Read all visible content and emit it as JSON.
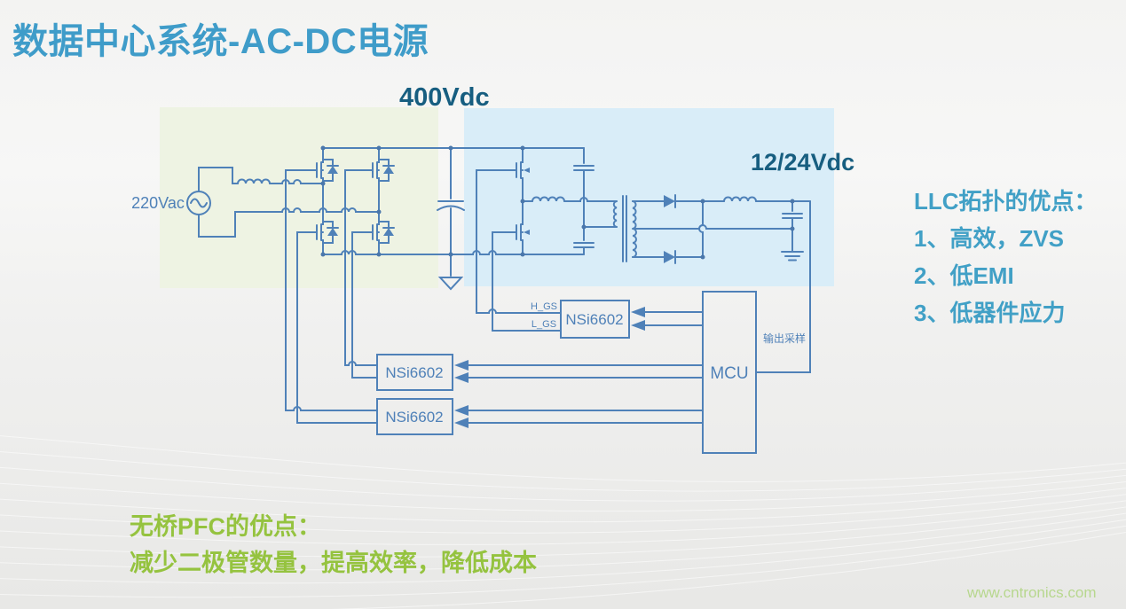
{
  "title": "数据中心系统-AC-DC电源",
  "schematic": {
    "input_voltage": "220Vac",
    "bus_voltage": "400Vdc",
    "output_voltage": "12/24Vdc",
    "h_gs": "H_GS",
    "l_gs": "L_GS",
    "driver_chip": "NSi6602",
    "mcu": "MCU",
    "output_sense": "输出采样"
  },
  "llc_advantages": {
    "heading": "LLC拓扑的优点：",
    "items": [
      "1、高效，ZVS",
      "2、低EMI",
      "3、低器件应力"
    ]
  },
  "pfc_advantages": {
    "heading": "无桥PFC的优点：",
    "detail": "减少二极管数量，提高效率，降低成本"
  },
  "watermark": "www.cntronics.com",
  "colors": {
    "title_blue": "#3f9cc9",
    "voltage_blue": "#175e80",
    "wire_blue": "#4f81b8",
    "advantage_teal": "#41a0c6",
    "advantage_green": "#95c33f",
    "pfc_region_green": "#eef3e3",
    "llc_region_blue": "#d9edf8",
    "watermark_green": "#b7d78e"
  }
}
